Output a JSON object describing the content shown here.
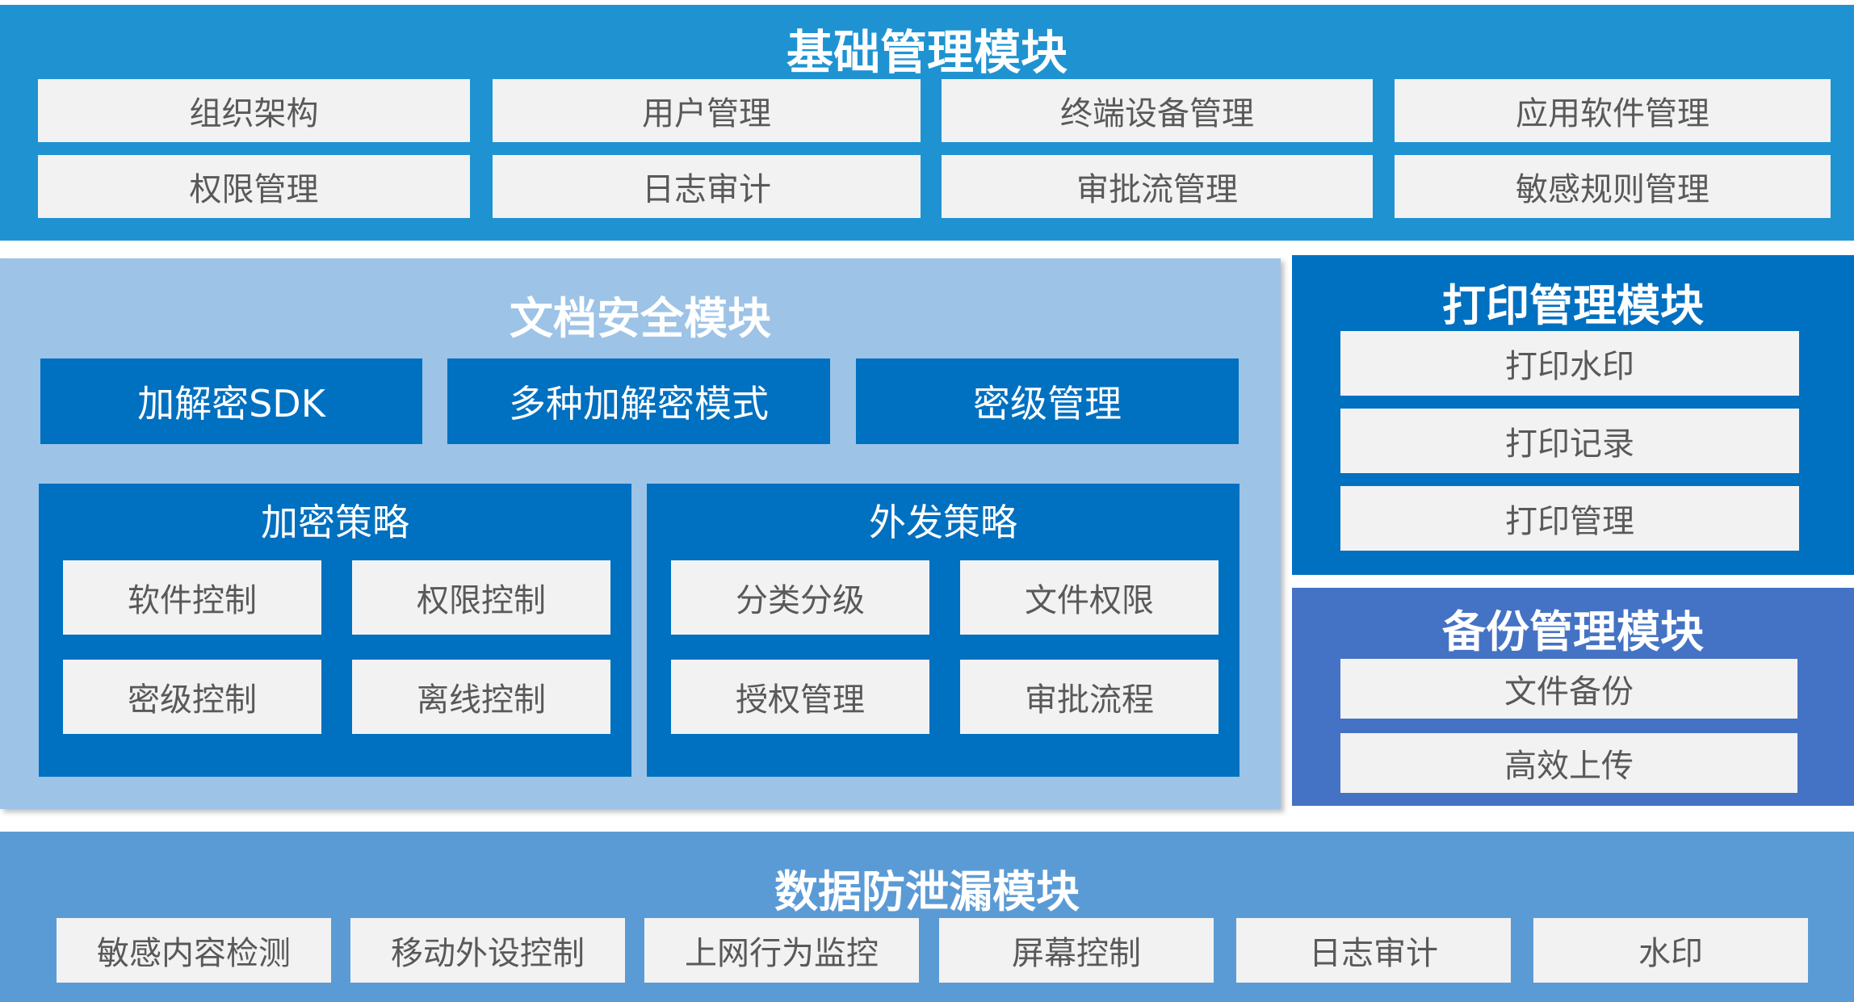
{
  "colors": {
    "basic_panel": "#1f93d2",
    "doc_panel": "#9dc3e6",
    "inner_dark": "#0070c0",
    "print_panel": "#0070c0",
    "backup_panel": "#4472c4",
    "dlp_panel": "#5b9bd5",
    "cell_bg": "#f2f2f2",
    "cell_text": "#595959"
  },
  "basic": {
    "title": "基础管理模块",
    "items": [
      "组织架构",
      "用户管理",
      "终端设备管理",
      "应用软件管理",
      "权限管理",
      "日志审计",
      "审批流管理",
      "敏感规则管理"
    ]
  },
  "doc": {
    "title": "文档安全模块",
    "top_items": [
      "加解密SDK",
      "多种加解密模式",
      "密级管理"
    ],
    "encrypt": {
      "title": "加密策略",
      "items": [
        "软件控制",
        "权限控制",
        "密级控制",
        "离线控制"
      ]
    },
    "outgoing": {
      "title": "外发策略",
      "items": [
        "分类分级",
        "文件权限",
        "授权管理",
        "审批流程"
      ]
    }
  },
  "print": {
    "title": "打印管理模块",
    "items": [
      "打印水印",
      "打印记录",
      "打印管理"
    ]
  },
  "backup": {
    "title": "备份管理模块",
    "items": [
      "文件备份",
      "高效上传"
    ]
  },
  "dlp": {
    "title": "数据防泄漏模块",
    "items": [
      "敏感内容检测",
      "移动外设控制",
      "上网行为监控",
      "屏幕控制",
      "日志审计",
      "水印"
    ]
  }
}
